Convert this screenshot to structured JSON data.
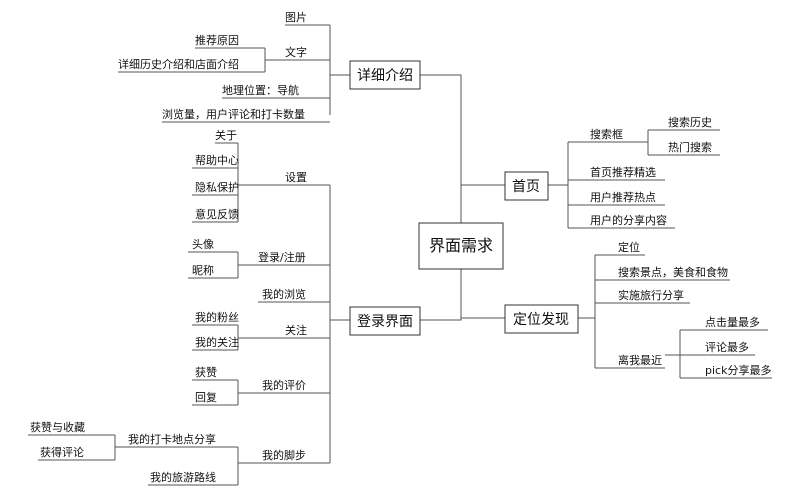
{
  "root": "界面需求",
  "branches": {
    "detail": {
      "label": "详细介绍",
      "items": {
        "picture": "图片",
        "text": "文字",
        "recommend_reason": "推荐原因",
        "history": "详细历史介绍和店面介绍",
        "geo": "地理位置：导航",
        "stats": "浏览量，用户评论和打卡数量"
      }
    },
    "login": {
      "label": "登录界面",
      "items": {
        "settings": "设置",
        "about": "关于",
        "help": "帮助中心",
        "privacy": "隐私保护",
        "feedback": "意见反馈",
        "register": "登录/注册",
        "avatar": "头像",
        "nickname": "昵称",
        "my_browse": "我的浏览",
        "follow": "关注",
        "my_fans": "我的粉丝",
        "my_follow": "我的关注",
        "my_review": "我的评价",
        "likes": "获赞",
        "reply": "回复",
        "my_trace": "我的脚步",
        "checkin_share": "我的打卡地点分享",
        "likes_fav": "获赞与收藏",
        "get_review": "获得评论",
        "my_route": "我的旅游路线"
      }
    },
    "home": {
      "label": "首页",
      "items": {
        "search_box": "搜索框",
        "search_history": "搜索历史",
        "hot_search": "热门搜索",
        "home_picks": "首页推荐精选",
        "user_hot": "用户推荐热点",
        "user_share": "用户的分享内容"
      }
    },
    "locate": {
      "label": "定位发现",
      "items": {
        "locate": "定位",
        "search_spots": "搜索景点，美食和食物",
        "share_trip": "实施旅行分享",
        "nearest": "离我最近",
        "most_clicks": "点击量最多",
        "most_reviews": "评论最多",
        "most_pick": "pick分享最多"
      }
    }
  }
}
